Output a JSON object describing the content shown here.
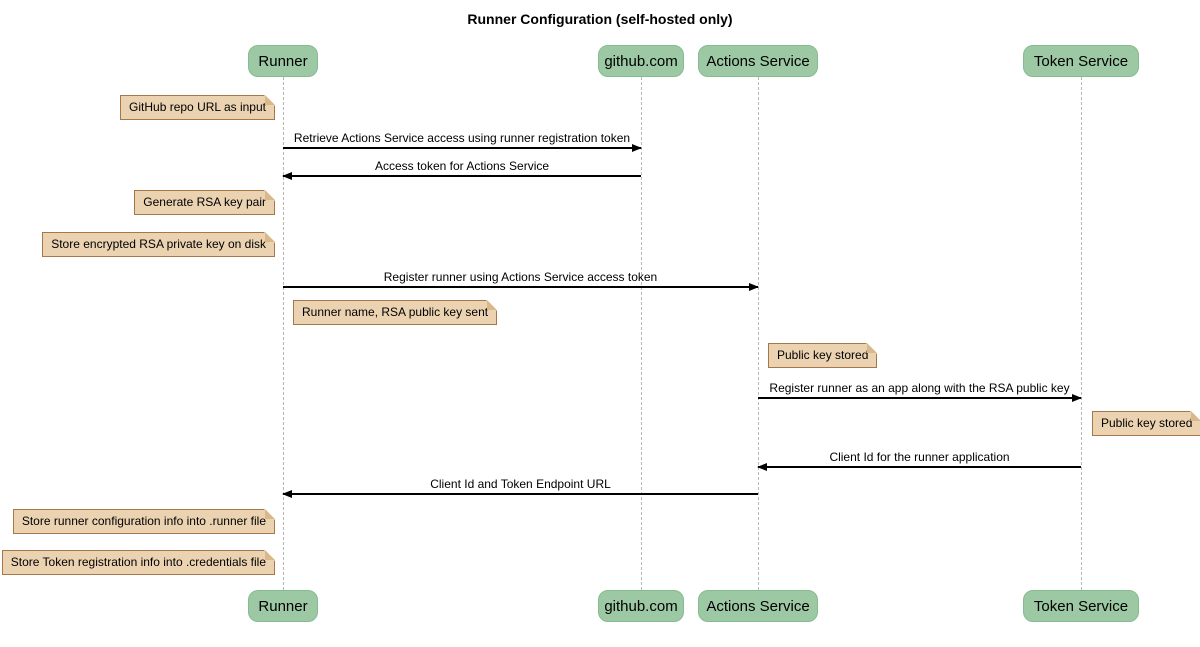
{
  "title": "Runner Configuration (self-hosted only)",
  "colors": {
    "participant_fill": "#9cc9a3",
    "participant_border": "#86bb90",
    "note_fill": "#ebd3b2",
    "note_border": "#a6774b",
    "note_fold": "#d9b98c",
    "lifeline": "#b8b8b8",
    "arrow": "#000000",
    "background": "#ffffff"
  },
  "participants": [
    {
      "label": "Runner"
    },
    {
      "label": "github.com"
    },
    {
      "label": "Actions Service"
    },
    {
      "label": "Token Service"
    }
  ],
  "messages": [
    {
      "from": "Runner",
      "to": "github.com",
      "text": "Retrieve Actions Service access using runner registration token"
    },
    {
      "from": "github.com",
      "to": "Runner",
      "text": "Access token for Actions Service"
    },
    {
      "from": "Runner",
      "to": "Actions Service",
      "text": "Register runner using Actions Service access token"
    },
    {
      "from": "Actions Service",
      "to": "Token Service",
      "text": "Register runner as an app along with the RSA public key"
    },
    {
      "from": "Token Service",
      "to": "Actions Service",
      "text": "Client Id for the runner application"
    },
    {
      "from": "Actions Service",
      "to": "Runner",
      "text": "Client Id and Token Endpoint URL"
    }
  ],
  "notes": [
    {
      "anchor": "left of Runner",
      "text": "GitHub repo URL as input"
    },
    {
      "anchor": "left of Runner",
      "text": "Generate RSA key pair"
    },
    {
      "anchor": "left of Runner",
      "text": "Store encrypted RSA private key on disk"
    },
    {
      "anchor": "right of Runner",
      "text": "Runner name, RSA public key sent"
    },
    {
      "anchor": "right of Actions Service",
      "text": "Public key stored"
    },
    {
      "anchor": "right of Token Service",
      "text": "Public key stored"
    },
    {
      "anchor": "left of Runner",
      "text": "Store runner configuration info into .runner file"
    },
    {
      "anchor": "left of Runner",
      "text": "Store Token registration info into .credentials file"
    }
  ]
}
